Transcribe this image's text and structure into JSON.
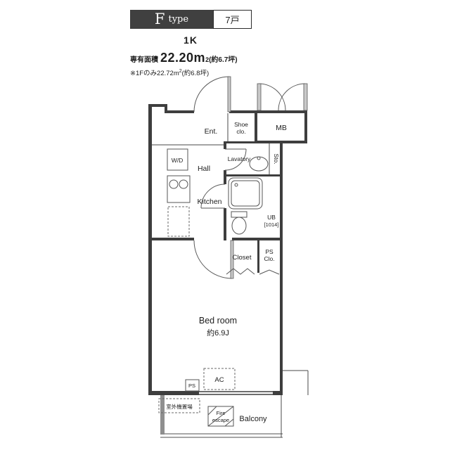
{
  "header": {
    "type_letter": "F",
    "type_word": "type",
    "units": "7戸",
    "layout": "1K",
    "area_label": "専有面積",
    "area_value": "22.20m",
    "area_sup": "2",
    "area_tsubo": "(約6.7坪)",
    "footnote_main": "※1Fのみ22.72m",
    "footnote_sup": "2",
    "footnote_tail": "(約6.8坪)"
  },
  "plan": {
    "entrance": "Ent.",
    "shoe_closet_line1": "Shoe",
    "shoe_closet_line2": "clo.",
    "meter_box": "MB",
    "washer_dryer": "W/D",
    "hall": "Hall",
    "lavatory": "Lavatory",
    "storage": "Sto.",
    "kitchen": "Kitchen",
    "unit_bath": "UB",
    "unit_bath_size": "[1014]",
    "closet": "Closet",
    "ps_closet_line1": "PS",
    "ps_closet_line2": "Clo.",
    "bedroom": "Bed room",
    "bedroom_size": "約6.9J",
    "ac": "AC",
    "pipe_space": "PS",
    "outdoor_unit_space": "室外機置場",
    "fire_escape_line1": "Fire",
    "fire_escape_line2": "escape",
    "balcony": "Balcony"
  },
  "colors": {
    "type_box_bg": "#404040",
    "wall": "#3e3e3e",
    "balcony_wall": "#8f8f8f"
  }
}
